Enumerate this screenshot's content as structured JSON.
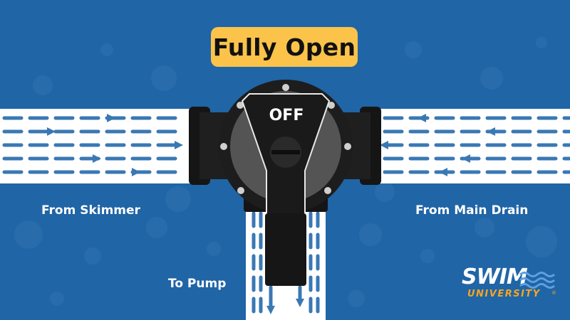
{
  "title": "Fully Open",
  "handle_label": "OFF",
  "labels": {
    "left": "From Skimmer",
    "right": "From Main Drain",
    "bottom": "To Pump"
  },
  "logo": {
    "primary": "SWIM",
    "secondary": "UNIVERSITY",
    "mark": "®"
  },
  "colors": {
    "background": "#2065a6",
    "pipe": "#ffffff",
    "flow_arrow": "#3a78b4",
    "valve": "#1b1b1b",
    "badge": "#fbc34a",
    "logo_accent": "#f5a623"
  },
  "icons": [
    "flow-arrow-icon",
    "valve-screw-icon",
    "logo-wave-icon"
  ]
}
